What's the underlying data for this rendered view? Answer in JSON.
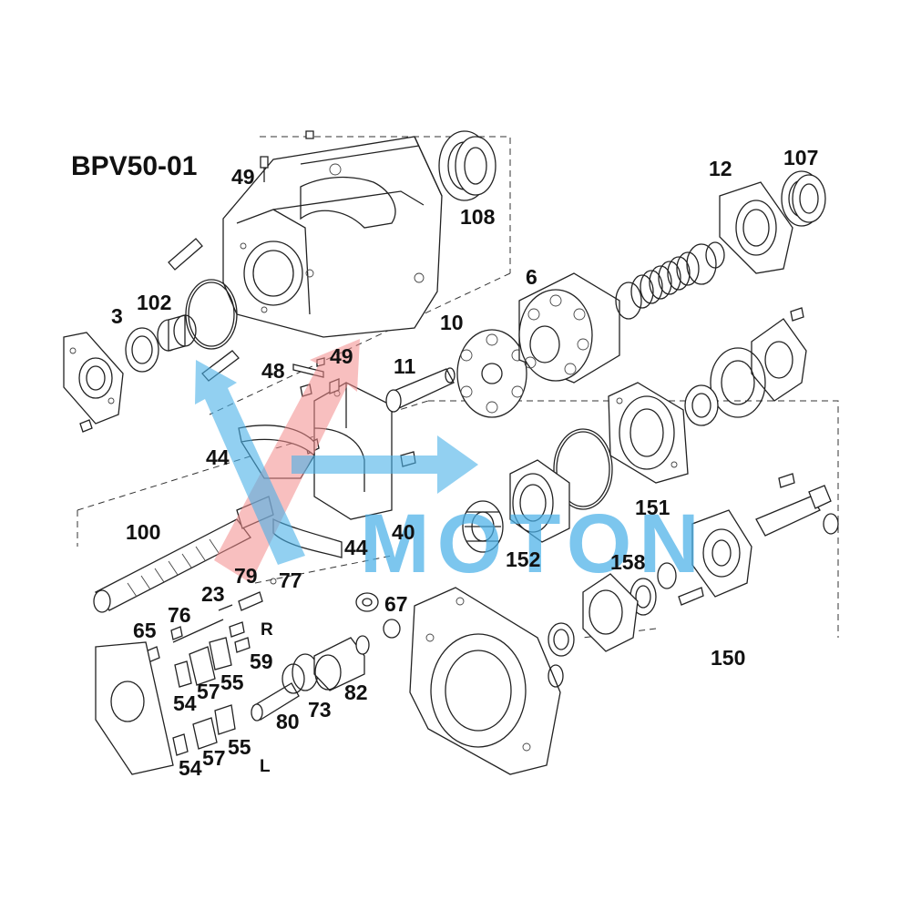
{
  "title": "BPV50-01",
  "labels": {
    "l3": "3",
    "l102": "102",
    "l49a": "49",
    "l108": "108",
    "l12": "12",
    "l107": "107",
    "l6": "6",
    "l10": "10",
    "l11": "11",
    "l48": "48",
    "l49b": "49",
    "l44a": "44",
    "l44b": "44",
    "l40": "40",
    "l100": "100",
    "l23": "23",
    "l79": "79",
    "l77": "77",
    "l76": "76",
    "l65": "65",
    "l59": "59",
    "l55a": "55",
    "l57a": "57",
    "l54a": "54",
    "l55b": "55",
    "l57b": "57",
    "l54b": "54",
    "l80": "80",
    "l73": "73",
    "l82": "82",
    "l67": "67",
    "l151": "151",
    "l152": "152",
    "l158": "158",
    "l150": "150"
  },
  "side_markers": {
    "right": "R",
    "left": "L"
  },
  "watermark": {
    "text": "MOTON",
    "arrow_up_color": "#f28a8a",
    "arrow_blue_color": "#4ab0e8"
  }
}
